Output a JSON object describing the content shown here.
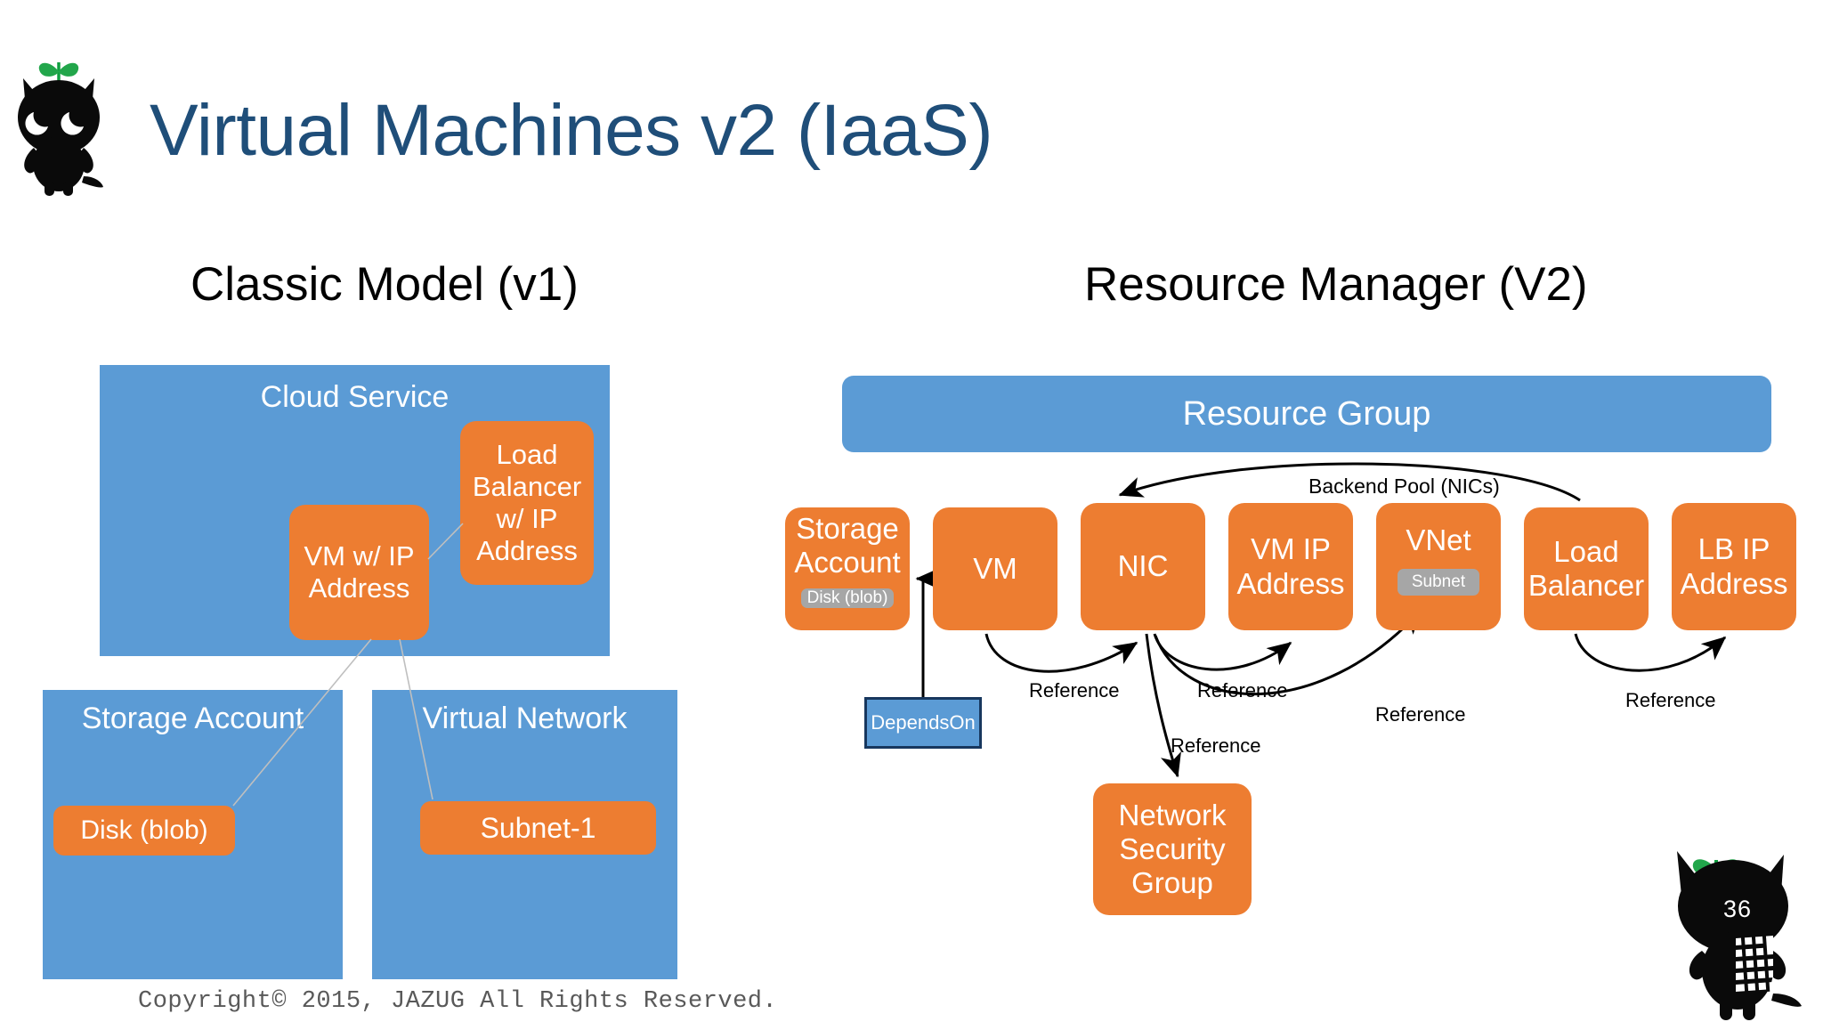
{
  "slide": {
    "title": "Virtual Machines v2 (IaaS)",
    "page_number": "36",
    "copyright": "Copyright© 2015, JAZUG All Rights Reserved.",
    "title_color": "#1F4E79",
    "blue": "#5B9BD5",
    "orange": "#ED7D31",
    "grey": "#A6A6A6"
  },
  "classic": {
    "heading": "Classic Model (v1)",
    "cloud_service": {
      "title": "Cloud Service",
      "children": [
        {
          "label": "VM w/ IP Address"
        },
        {
          "label": "Load Balancer w/ IP Address"
        }
      ]
    },
    "storage_account": {
      "title": "Storage Account",
      "child": "Disk (blob)"
    },
    "virtual_network": {
      "title": "Virtual Network",
      "child": "Subnet-1"
    }
  },
  "arm": {
    "heading": "Resource Manager (V2)",
    "resource_group": "Resource Group",
    "resources": [
      {
        "name": "Storage Account",
        "badge": "Disk (blob)"
      },
      {
        "name": "VM"
      },
      {
        "name": "NIC"
      },
      {
        "name": "VM IP Address"
      },
      {
        "name": "VNet",
        "badge": "Subnet"
      },
      {
        "name": "Load Balancer"
      },
      {
        "name": "LB IP Address"
      },
      {
        "name": "Network Security Group"
      }
    ],
    "depends_on": "DependsOn",
    "edges": [
      {
        "label": "Backend Pool (NICs)",
        "from": "Load Balancer",
        "to": "NIC"
      },
      {
        "label": "Reference",
        "from": "VM",
        "to": "NIC"
      },
      {
        "label": "Reference",
        "from": "NIC",
        "to": "VM IP Address"
      },
      {
        "label": "Reference",
        "from": "NIC",
        "to": "VNet"
      },
      {
        "label": "Reference",
        "from": "NIC",
        "to": "Network Security Group"
      },
      {
        "label": "Reference",
        "from": "Load Balancer",
        "to": "LB IP Address"
      }
    ]
  }
}
